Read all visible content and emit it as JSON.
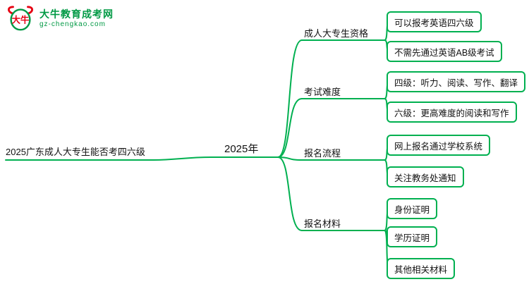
{
  "logo": {
    "name": "大牛教育成考网",
    "url": "gz-chengkao.com"
  },
  "mindmap": {
    "root": "2025广东成人大专生能否考四六级",
    "year": "2025年",
    "branches": [
      {
        "label": "成人大专生资格",
        "leaves": [
          "可以报考英语四六级",
          "不需先通过英语AB级考试"
        ]
      },
      {
        "label": "考试难度",
        "leaves": [
          "四级：听力、阅读、写作、翻译",
          "六级：更高难度的阅读和写作"
        ]
      },
      {
        "label": "报名流程",
        "leaves": [
          "网上报名通过学校系统",
          "关注教务处通知"
        ]
      },
      {
        "label": "报名材料",
        "leaves": [
          "身份证明",
          "学历证明",
          "其他相关材料"
        ]
      }
    ]
  },
  "colors": {
    "accent": "#00B050",
    "text": "#111111",
    "logo_green": "#009944",
    "logo_red": "#E60012"
  }
}
